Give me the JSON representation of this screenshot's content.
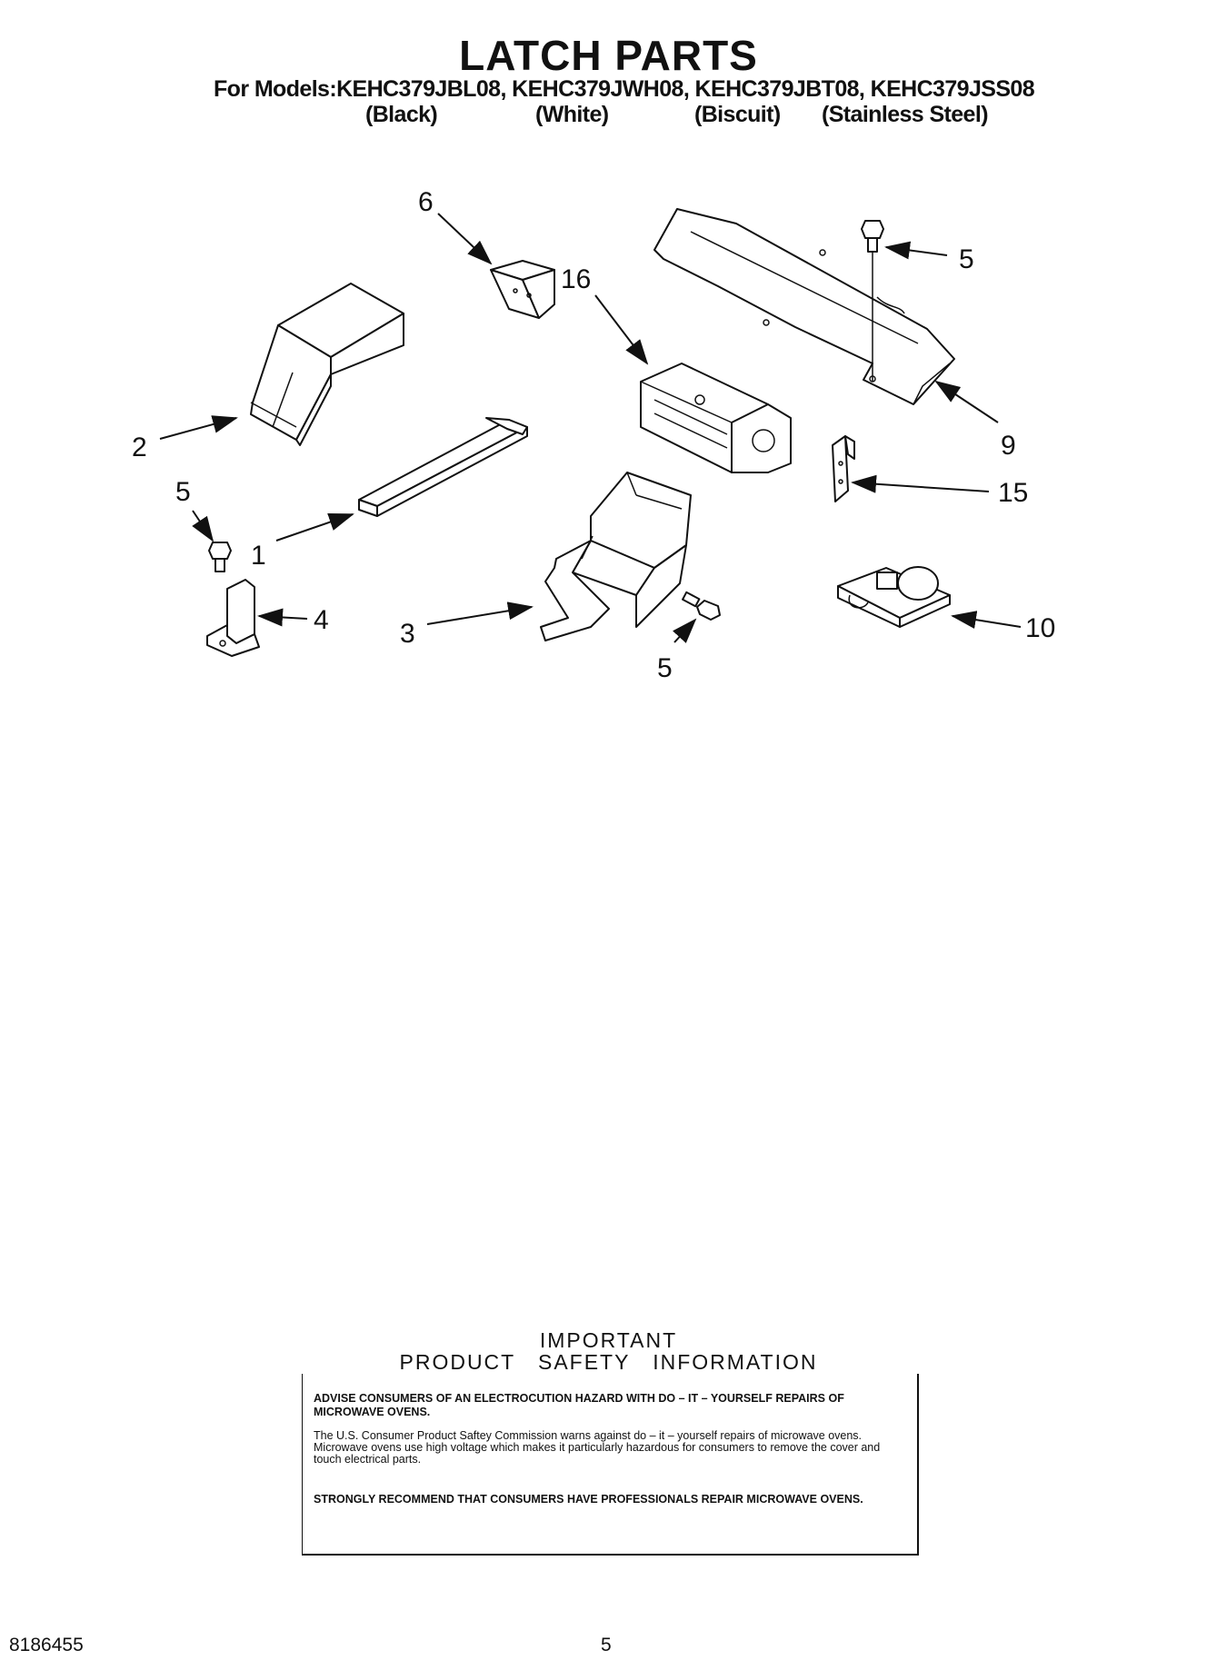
{
  "header": {
    "title": "LATCH PARTS",
    "models_line": "For Models:KEHC379JBL08, KEHC379JWH08, KEHC379JBT08, KEHC379JSS08",
    "finishes": [
      "(Black)",
      "(White)",
      "(Biscuit)",
      "(Stainless Steel)"
    ]
  },
  "diagram": {
    "callouts": [
      {
        "id": "c6",
        "label": "6"
      },
      {
        "id": "c16",
        "label": "16"
      },
      {
        "id": "c5a",
        "label": "5"
      },
      {
        "id": "c9",
        "label": "9"
      },
      {
        "id": "c2",
        "label": "2"
      },
      {
        "id": "c15",
        "label": "15"
      },
      {
        "id": "c5b",
        "label": "5"
      },
      {
        "id": "c1",
        "label": "1"
      },
      {
        "id": "c4",
        "label": "4"
      },
      {
        "id": "c3",
        "label": "3"
      },
      {
        "id": "c10",
        "label": "10"
      },
      {
        "id": "c5c",
        "label": "5"
      }
    ]
  },
  "safety": {
    "heading_1": "IMPORTANT",
    "heading_2": "PRODUCT   SAFETY   INFORMATION",
    "advise": "ADVISE CONSUMERS OF AN ELECTROCUTION HAZARD WITH DO – IT – YOURSELF REPAIRS OF MICROWAVE OVENS.",
    "warning": "The U.S. Consumer Product Saftey Commission warns against do – it – yourself repairs of microwave ovens. Microwave ovens use high voltage which makes it particularly hazardous for consumers to remove the cover and touch electrical parts.",
    "recommend": "STRONGLY RECOMMEND THAT CONSUMERS HAVE PROFESSIONALS REPAIR MICROWAVE OVENS."
  },
  "footer": {
    "doc_number": "8186455",
    "page_number": "5"
  }
}
